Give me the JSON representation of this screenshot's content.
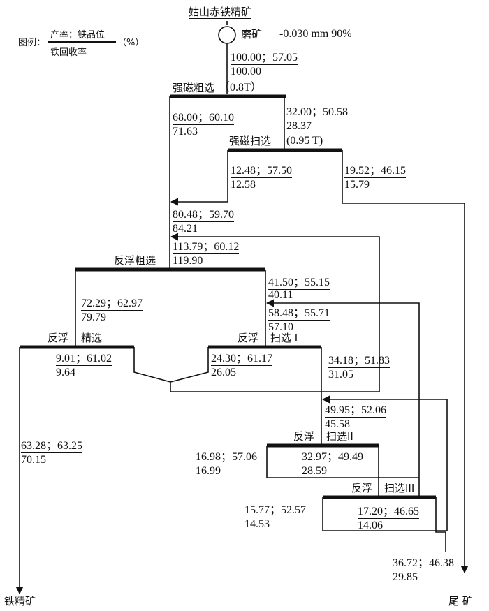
{
  "title": "姑山赤铁精矿",
  "grinding": {
    "label": "磨矿",
    "spec": "-0.030 mm 90%"
  },
  "legend": {
    "prefix": "图例：",
    "top": "产率：铁品位",
    "bottom": "铁回收率",
    "unit": "（%）"
  },
  "feed": {
    "yg": "100.00；57.05",
    "rec": "100.00"
  },
  "stages": {
    "mag_rough": {
      "name": "强磁粗选",
      "param": "（0.8T）"
    },
    "mag_scav": {
      "name": "强磁扫选",
      "param": "(0.95 T)"
    },
    "flot_rough": {
      "name": "反浮粗选"
    },
    "flot_clean": {
      "name1": "反浮",
      "name2": "精选"
    },
    "scav1": {
      "name1": "反浮",
      "name2": "扫选 I"
    },
    "scav2": {
      "name1": "反浮",
      "name2": "扫选II"
    },
    "scav3": {
      "name1": "反浮",
      "name2": "扫选III"
    }
  },
  "streams": {
    "mag_rough_conc": {
      "yg": "68.00；60.10",
      "rec": "71.63"
    },
    "mag_rough_tail": {
      "yg": "32.00；50.58",
      "rec": "28.37"
    },
    "mag_scav_conc": {
      "yg": "12.48；57.50",
      "rec": "12.58"
    },
    "mag_scav_tail": {
      "yg": "19.52；46.15",
      "rec": "15.79"
    },
    "combined_mag": {
      "yg": "80.48；59.70",
      "rec": "84.21"
    },
    "flot_feed": {
      "yg": "113.79；60.12",
      "rec": "119.90"
    },
    "rough_froth": {
      "yg": "41.50；55.15",
      "rec": "40.11"
    },
    "rough_sink": {
      "yg": "72.29；62.97",
      "rec": "79.79"
    },
    "scav1_feed": {
      "yg": "58.48；55.71",
      "rec": "57.10"
    },
    "clean_froth": {
      "yg": "9.01；61.02",
      "rec": "9.64"
    },
    "scav1_sink": {
      "yg": "24.30；61.17",
      "rec": "26.05"
    },
    "scav1_froth": {
      "yg": "34.18；51.83",
      "rec": "31.05"
    },
    "scav2_feed": {
      "yg": "49.95；52.06",
      "rec": "45.58"
    },
    "scav2_sink": {
      "yg": "16.98；57.06",
      "rec": "16.99"
    },
    "scav2_froth": {
      "yg": "32.97；49.49",
      "rec": "28.59"
    },
    "scav3_sink": {
      "yg": "15.77；52.57",
      "rec": "14.53"
    },
    "scav3_froth": {
      "yg": "17.20；46.65",
      "rec": "14.06"
    },
    "final_conc": {
      "yg": "63.28；63.25",
      "rec": "70.15"
    },
    "final_tail": {
      "yg": "36.72；46.38",
      "rec": "29.85"
    }
  },
  "products": {
    "concentrate": "铁精矿",
    "tailings": "尾 矿"
  }
}
